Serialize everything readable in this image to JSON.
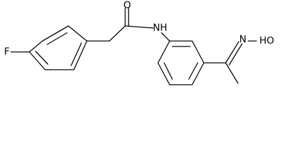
{
  "molecule": {
    "atoms": {
      "fluorine": "F",
      "carbonyl_oxygen": "O",
      "amide_nitrogen": "NH",
      "oxime_nitrogen": "N",
      "hydroxyl": "HO"
    },
    "colors": {
      "bond": "#000000",
      "label": "#000000",
      "background": "#ffffff"
    }
  }
}
